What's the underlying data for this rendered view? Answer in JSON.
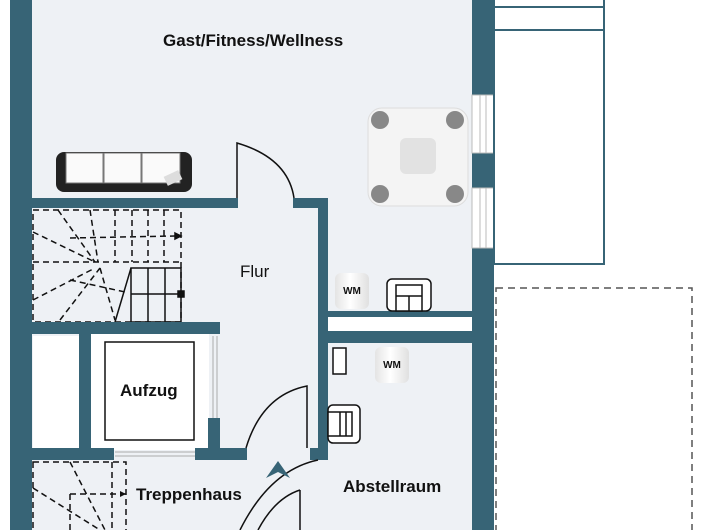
{
  "plan": {
    "colors": {
      "wall": "#376476",
      "floor": "#eef1f5",
      "outside": "#ffffff",
      "line": "#111111",
      "dash": "#555555"
    },
    "rooms": [
      {
        "id": "gast",
        "label": "Gast/Fitness/Wellness"
      },
      {
        "id": "flur",
        "label": "Flur"
      },
      {
        "id": "aufzug",
        "label": "Aufzug"
      },
      {
        "id": "treppenhaus",
        "label": "Treppenhaus"
      },
      {
        "id": "abstellraum",
        "label": "Abstellraum"
      }
    ],
    "appliances": [
      {
        "id": "wm1",
        "label": "WM",
        "type": "washing-machine"
      },
      {
        "id": "wm2",
        "label": "WM",
        "type": "washing-machine"
      }
    ],
    "furniture": [
      "sofa",
      "whirlpool",
      "chair",
      "chair",
      "staircase",
      "staircase"
    ],
    "entry_marker": "entrance-arrow"
  }
}
